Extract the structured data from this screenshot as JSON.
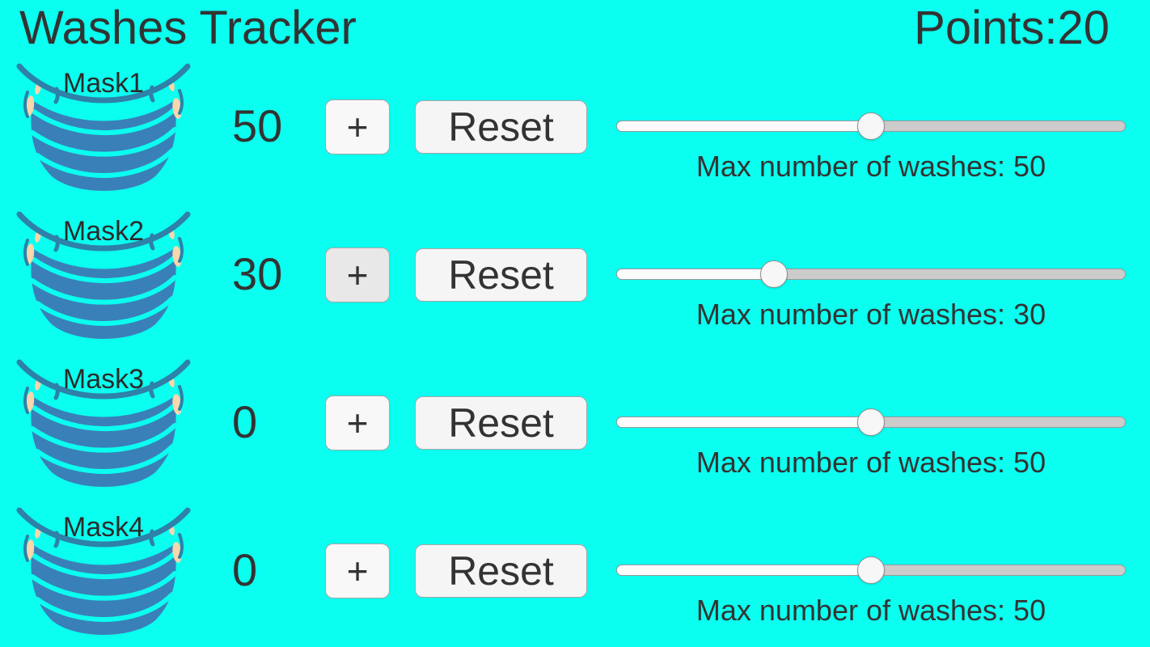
{
  "app": {
    "title": "Washes Tracker",
    "points_label": "Points:",
    "points_value": "20"
  },
  "controls": {
    "increment_label": "+",
    "reset_label": "Reset"
  },
  "colors": {
    "background": "#0AFFF0",
    "text": "#333333",
    "mask_body": "#3A80B8",
    "mask_rim": "#2E81A8",
    "mask_tie": "#F6D7AE",
    "button_bg": "#F8F8F8",
    "button_bg_shaded": "#E8E8E8",
    "slider_fill": "#FBFBFB",
    "slider_track": "#CCCCCC"
  },
  "masks": [
    {
      "name": "Mask1",
      "count": "50",
      "max_washes": 50,
      "slider_percent": 50,
      "max_label": "Max number of washes: 50",
      "plus_button_shaded": false
    },
    {
      "name": "Mask2",
      "count": "30",
      "max_washes": 30,
      "slider_percent": 31,
      "max_label": "Max number of washes: 30",
      "plus_button_shaded": true
    },
    {
      "name": "Mask3",
      "count": "0",
      "max_washes": 50,
      "slider_percent": 50,
      "max_label": "Max number of washes: 50",
      "plus_button_shaded": false
    },
    {
      "name": "Mask4",
      "count": "0",
      "max_washes": 50,
      "slider_percent": 50,
      "max_label": "Max number of washes: 50",
      "plus_button_shaded": false
    }
  ]
}
